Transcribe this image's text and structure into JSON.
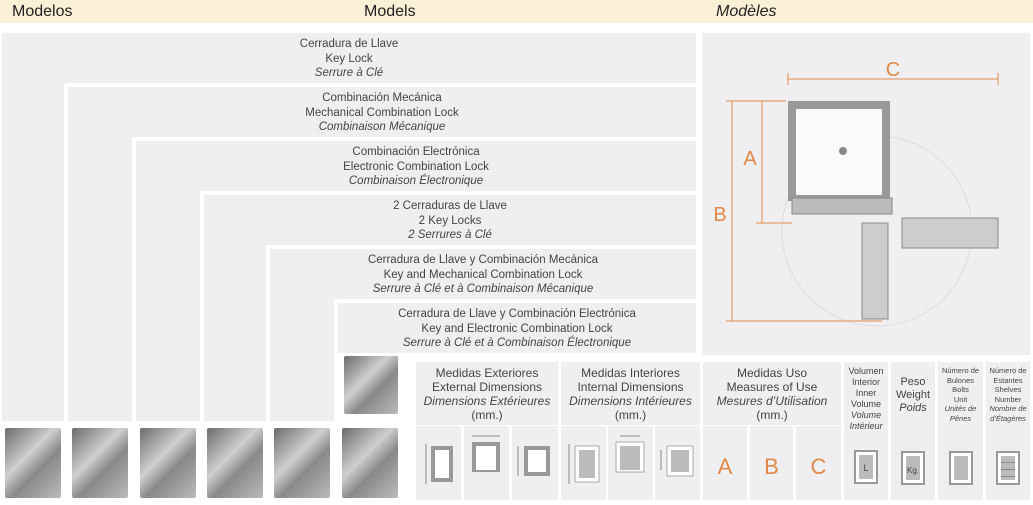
{
  "header": {
    "es": "Modelos",
    "en": "Models",
    "fr": "Modèles"
  },
  "models": [
    {
      "es": "Cerradura de Llave",
      "en": "Key Lock",
      "fr": "Serrure à Clé"
    },
    {
      "es": "Combinación Mecánica",
      "en": "Mechanical Combination Lock",
      "fr": "Combinaison Mécanique"
    },
    {
      "es": "Combinación Electrónica",
      "en": "Electronic Combination Lock",
      "fr": "Combinaison Électronique"
    },
    {
      "es": "2 Cerraduras de Llave",
      "en": "2 Key Locks",
      "fr": "2 Serrures à Clé"
    },
    {
      "es": "Cerradura de Llave y Combinación Mecánica",
      "en": "Key and Mechanical Combination Lock",
      "fr": "Serrure à Clé et à Combinaison Mécanique"
    },
    {
      "es": "Cerradura de Llave y Combinación Electrónica",
      "en": "Key and Electronic Combination Lock",
      "fr": "Serrure à Clé et à Combinaison Électronique"
    }
  ],
  "diagram": {
    "a": "A",
    "b": "B",
    "c": "C"
  },
  "columns": {
    "exterior": {
      "es": "Medidas Exteriores",
      "en": "External Dimensions",
      "fr": "Dimensions Extérieures",
      "unit": "(mm.)"
    },
    "interior": {
      "es": "Medidas Interiores",
      "en": "Internal Dimensions",
      "fr": "Dimensions Intérieures",
      "unit": "(mm.)"
    },
    "use": {
      "es": "Medidas Uso",
      "en": "Measures of Use",
      "fr": "Mesures d’Utilisation",
      "unit": "(mm.)",
      "a": "A",
      "b": "B",
      "c": "C"
    },
    "volume": {
      "l1": "Volumen",
      "l2": "Interior",
      "l3": "Inner",
      "l4": "Volume",
      "l5": "Volume",
      "l6": "Intérieur",
      "icon": "L"
    },
    "weight": {
      "l1": "Peso",
      "l2": "Weight",
      "l3": "Poids",
      "icon": "Kg."
    },
    "bolts": {
      "l1": "Número de",
      "l2": "Bulones",
      "l3": "Bolts",
      "l4": "Unit",
      "l5": "Unités de",
      "l6": "Pênes"
    },
    "shelves": {
      "l1": "Número de",
      "l2": "Estantes",
      "l3": "Shelves",
      "l4": "Number",
      "l5": "Nombre de",
      "l6": "d’Étagères"
    }
  },
  "colors": {
    "accent": "#e0894a",
    "header": "#fbefd6",
    "panel": "#efeff1"
  }
}
